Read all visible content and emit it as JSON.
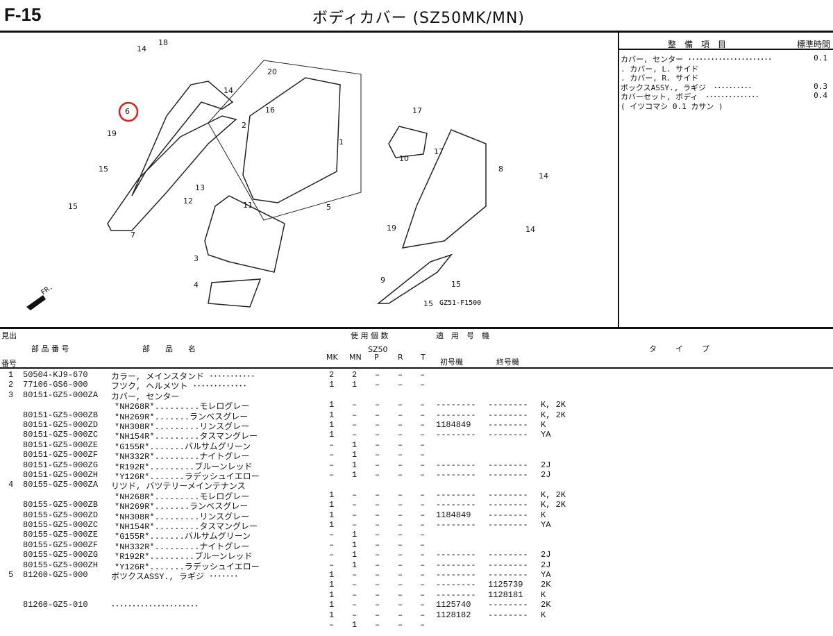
{
  "header": {
    "code": "F-15",
    "title": "ボディカバー (SZ50MK/MN)"
  },
  "service": {
    "headers": [
      "整　備　項　目",
      "標準時間"
    ],
    "rows": [
      {
        "item": "カバー, センター ･･････････････････････",
        "time": "0.1"
      },
      {
        "item": ". カバー, L. サイド",
        "time": ""
      },
      {
        "item": ". カバー, R. サイド",
        "time": ""
      },
      {
        "item": "ボックスASSY., ラギジ　･･････････",
        "time": "0.3"
      },
      {
        "item": "カバーセット, ボディ　･･････････････",
        "time": "0.4"
      },
      {
        "item": "( イツコマシ 0.1 カサン )",
        "time": ""
      }
    ]
  },
  "diagram": {
    "figure_code": "GZ51-F1500",
    "fr_label": "FR.",
    "highlight_color": "#e02020",
    "callouts": [
      "18",
      "14",
      "20",
      "14",
      "6",
      "16",
      "2",
      "19",
      "1",
      "17",
      "17",
      "10",
      "8",
      "14",
      "15",
      "13",
      "12",
      "11",
      "15",
      "5",
      "7",
      "19",
      "14",
      "3",
      "4",
      "9",
      "15",
      "15"
    ]
  },
  "table": {
    "headers": {
      "midashi": "見出",
      "number": "番号",
      "part_no": "部 品 番 号",
      "part_name": "部　　品　　名",
      "qty": "使 用 個 数",
      "model": "SZ50",
      "cols": [
        "MK",
        "MN",
        "P",
        "R",
        "T"
      ],
      "applicable": "適　用　号　機",
      "first": "初号機",
      "last": "終号機",
      "type": "タ　イ　プ"
    },
    "rows": [
      {
        "no": "1",
        "part": "50504-KJ9-670",
        "name": "カラー, メインスタンド ･･･････････",
        "q": [
          "2",
          "2",
          "–",
          "–",
          "–"
        ],
        "first": "",
        "last": "",
        "type": ""
      },
      {
        "no": "2",
        "part": "77106-GS6-000",
        "name": "フツク, ヘルメツト ･････････････",
        "q": [
          "1",
          "1",
          "–",
          "–",
          "–"
        ],
        "first": "",
        "last": "",
        "type": ""
      },
      {
        "no": "3",
        "part": "80151-GZ5-000ZA",
        "name": "カバー, センター",
        "q": [
          "",
          "",
          "",
          "",
          ""
        ],
        "first": "",
        "last": "",
        "type": ""
      },
      {
        "no": "",
        "part": "",
        "name": "*NH268R*.........モレログレー",
        "q": [
          "1",
          "–",
          "–",
          "–",
          "–"
        ],
        "first": "--------",
        "last": "--------",
        "type": "K, 2K"
      },
      {
        "no": "",
        "part": "80151-GZ5-000ZB",
        "name": "*NH269R*.......ランベスグレー",
        "q": [
          "1",
          "–",
          "–",
          "–",
          "–"
        ],
        "first": "--------",
        "last": "--------",
        "type": "K, 2K"
      },
      {
        "no": "",
        "part": "80151-GZ5-000ZD",
        "name": "*NH308R*.........リンスグレー",
        "q": [
          "1",
          "–",
          "–",
          "–",
          "–"
        ],
        "first": "1184849",
        "last": "--------",
        "type": "K"
      },
      {
        "no": "",
        "part": "80151-GZ5-000ZC",
        "name": "*NH154R*.........タスマングレー",
        "q": [
          "1",
          "–",
          "–",
          "–",
          "–"
        ],
        "first": "--------",
        "last": "--------",
        "type": "YA"
      },
      {
        "no": "",
        "part": "80151-GZ5-000ZE",
        "name": "*G155R*.......バルサムグリーン",
        "q": [
          "–",
          "1",
          "–",
          "–",
          "–"
        ],
        "first": "",
        "last": "",
        "type": ""
      },
      {
        "no": "",
        "part": "80151-GZ5-000ZF",
        "name": "*NH332R*.........ナイトグレー",
        "q": [
          "–",
          "1",
          "–",
          "–",
          "–"
        ],
        "first": "",
        "last": "",
        "type": ""
      },
      {
        "no": "",
        "part": "80151-GZ5-000ZG",
        "name": "*R192R*.........ブルーンレッド",
        "q": [
          "–",
          "1",
          "–",
          "–",
          "–"
        ],
        "first": "--------",
        "last": "--------",
        "type": "2J"
      },
      {
        "no": "",
        "part": "80151-GZ5-000ZH",
        "name": "*Y126R*.......ラデッシュイエロー",
        "q": [
          "–",
          "1",
          "–",
          "–",
          "–"
        ],
        "first": "--------",
        "last": "--------",
        "type": "2J"
      },
      {
        "no": "4",
        "part": "80155-GZ5-000ZA",
        "name": "リツド, バツテリーメインテナンス",
        "q": [
          "",
          "",
          "",
          "",
          ""
        ],
        "first": "",
        "last": "",
        "type": ""
      },
      {
        "no": "",
        "part": "",
        "name": "*NH268R*.........モレログレー",
        "q": [
          "1",
          "–",
          "–",
          "–",
          "–"
        ],
        "first": "--------",
        "last": "--------",
        "type": "K, 2K"
      },
      {
        "no": "",
        "part": "80155-GZ5-000ZB",
        "name": "*NH269R*.......ランベスグレー",
        "q": [
          "1",
          "–",
          "–",
          "–",
          "–"
        ],
        "first": "--------",
        "last": "--------",
        "type": "K, 2K"
      },
      {
        "no": "",
        "part": "80155-GZ5-000ZD",
        "name": "*NH308R*.........リンスグレー",
        "q": [
          "1",
          "–",
          "–",
          "–",
          "–"
        ],
        "first": "1184849",
        "last": "--------",
        "type": "K"
      },
      {
        "no": "",
        "part": "80155-GZ5-000ZC",
        "name": "*NH154R*.........タスマングレー",
        "q": [
          "1",
          "–",
          "–",
          "–",
          "–"
        ],
        "first": "--------",
        "last": "--------",
        "type": "YA"
      },
      {
        "no": "",
        "part": "80155-GZ5-000ZE",
        "name": "*G155R*.......バルサムグリーン",
        "q": [
          "–",
          "1",
          "–",
          "–",
          "–"
        ],
        "first": "",
        "last": "",
        "type": ""
      },
      {
        "no": "",
        "part": "80155-GZ5-000ZF",
        "name": "*NH332R*.........ナイトグレー",
        "q": [
          "–",
          "1",
          "–",
          "–",
          "–"
        ],
        "first": "",
        "last": "",
        "type": ""
      },
      {
        "no": "",
        "part": "80155-GZ5-000ZG",
        "name": "*R192R*.........ブルーンレッド",
        "q": [
          "–",
          "1",
          "–",
          "–",
          "–"
        ],
        "first": "--------",
        "last": "--------",
        "type": "2J"
      },
      {
        "no": "",
        "part": "80155-GZ5-000ZH",
        "name": "*Y126R*.......ラデッシュイエロー",
        "q": [
          "–",
          "1",
          "–",
          "–",
          "–"
        ],
        "first": "--------",
        "last": "--------",
        "type": "2J"
      },
      {
        "no": "5",
        "part": "81260-GZ5-000",
        "name": "ボツクスASSY., ラギジ ･･･････",
        "q": [
          "1",
          "–",
          "–",
          "–",
          "–"
        ],
        "first": "--------",
        "last": "--------",
        "type": "YA"
      },
      {
        "no": "",
        "part": "",
        "name": "",
        "q": [
          "1",
          "–",
          "–",
          "–",
          "–"
        ],
        "first": "--------",
        "last": "1125739",
        "type": "2K"
      },
      {
        "no": "",
        "part": "",
        "name": "",
        "q": [
          "1",
          "–",
          "–",
          "–",
          "–"
        ],
        "first": "--------",
        "last": "1128181",
        "type": "K"
      },
      {
        "no": "",
        "part": "81260-GZ5-010",
        "name": "･････････････････････",
        "q": [
          "1",
          "–",
          "–",
          "–",
          "–"
        ],
        "first": "1125740",
        "last": "--------",
        "type": "2K"
      },
      {
        "no": "",
        "part": "",
        "name": "",
        "q": [
          "1",
          "–",
          "–",
          "–",
          "–"
        ],
        "first": "1128182",
        "last": "--------",
        "type": "K"
      },
      {
        "no": "",
        "part": "",
        "name": "",
        "q": [
          "–",
          "1",
          "–",
          "–",
          "–"
        ],
        "first": "",
        "last": "",
        "type": ""
      }
    ]
  }
}
